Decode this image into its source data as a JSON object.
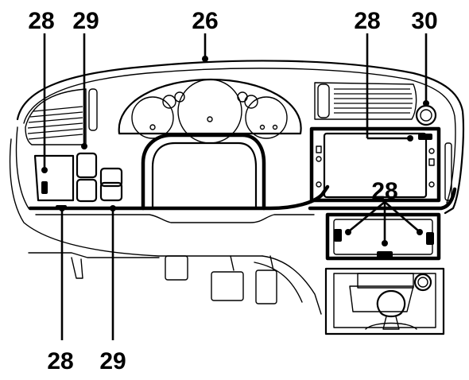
{
  "callouts": {
    "dash_main": "26",
    "left_upper_a": "28",
    "left_upper_b": "29",
    "right_upper_a": "28",
    "right_upper_b": "30",
    "center_right": "28",
    "bottom_left_a": "28",
    "bottom_left_b": "29"
  },
  "colors": {
    "line": "#000000",
    "background": "#ffffff"
  }
}
